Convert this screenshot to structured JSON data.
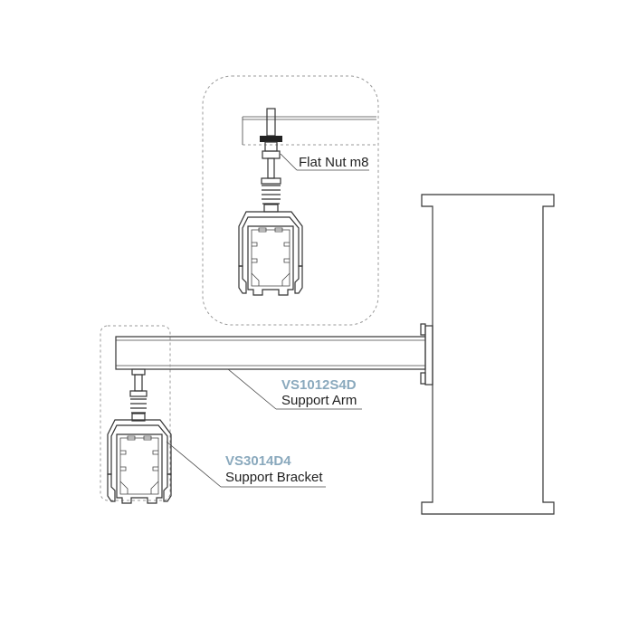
{
  "labels": {
    "flat_nut": "Flat Nut m8",
    "arm_code": "VS1012S4D",
    "arm_name": "Support Arm",
    "bracket_code": "VS3014D4",
    "bracket_name": "Support Bracket"
  },
  "colors": {
    "part_code": "#8aa9bd",
    "text": "#222222",
    "line": "#333333",
    "dashed_frame": "#999999"
  }
}
